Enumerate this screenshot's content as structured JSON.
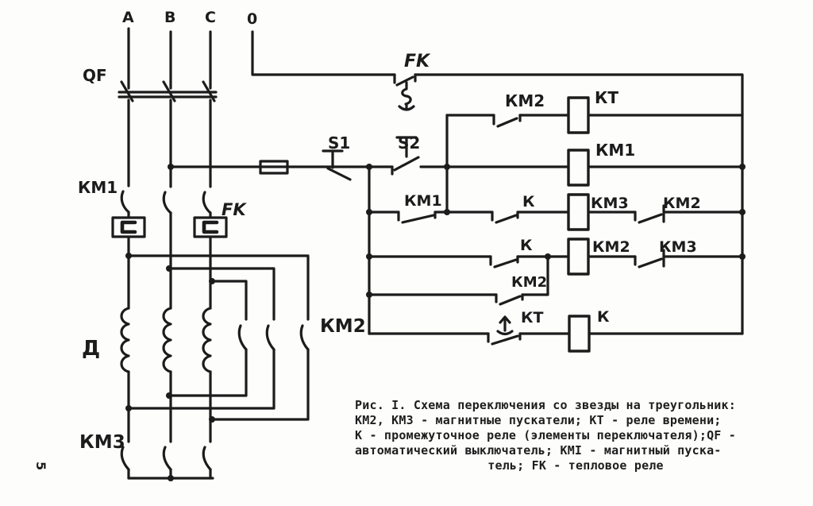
{
  "colors": {
    "ink": "#1c1c1c",
    "paper": "#fdfdfc"
  },
  "labels": {
    "phase_a": "А",
    "phase_b": "В",
    "phase_c": "С",
    "phase_0": "0",
    "qf": "QF",
    "km1_power": "КМ1",
    "fk_power": "FK",
    "motor": "Д",
    "km2_power": "КМ2",
    "km3_power": "КМ3",
    "page_number": "5",
    "fk_control": "FK",
    "s1": "S1",
    "s2": "S2",
    "km2_rung1": "КМ2",
    "kt_rung1": "КТ",
    "km1_rung2": "КМ1",
    "km1_rung3": "КМ1",
    "k_rung3": "К",
    "km3_rung3": "КМ3",
    "km2_rung3": "КМ2",
    "k_rung4": "К",
    "km2_rung4": "КМ2",
    "km3_rung4": "КМ3",
    "km2_rung4b": "КМ2",
    "kt_rung5": "КТ",
    "k_rung5": "К"
  },
  "caption": {
    "line1": "Рис. I. Схема переключения со звезды на треугольник:",
    "line2": "КМ2, КМ3 - магнитные пускатели; КТ - реле времени;",
    "line3": "К - промежуточное реле (элементы переключателя);QF -",
    "line4": "автоматический выключатель; КМI - магнитный пуска-",
    "line5": "тель; FK - тепловое реле"
  }
}
